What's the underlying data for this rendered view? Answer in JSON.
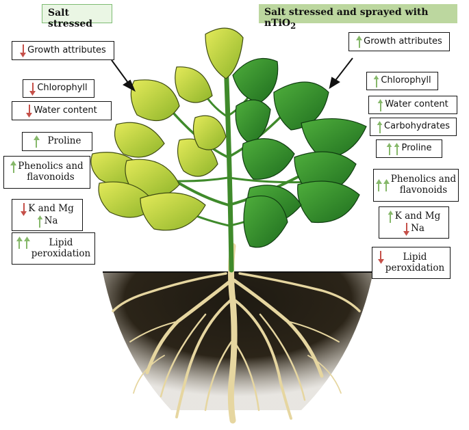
{
  "headers": {
    "left": "Salt stressed",
    "right_main": "Salt stressed and sprayed with nTiO",
    "right_sub": "2"
  },
  "left_boxes": {
    "growth": "Growth attributes",
    "chlorophyll": "Chlorophyll",
    "water": "Water content",
    "proline": "Proline",
    "phenolics_1": "Phenolics and",
    "phenolics_2": "flavonoids",
    "k_mg": "K and Mg",
    "na": "Na",
    "lipid_1": "Lipid",
    "lipid_2": "peroxidation"
  },
  "right_boxes": {
    "growth": "Growth attributes",
    "chlorophyll": "Chlorophyll",
    "water": "Water content",
    "carbohydrates": "Carbohydrates",
    "proline": "Proline",
    "phenolics_1": "Phenolics and",
    "phenolics_2": "flavonoids",
    "k_mg": "K and Mg",
    "na": "Na",
    "lipid_1": "Lipid",
    "lipid_2": "peroxidation"
  },
  "colors": {
    "increase_arrow": "#86b86a",
    "decrease_arrow": "#c55049",
    "stressed_leaf": "#c9d93a",
    "healthy_leaf": "#2f8f2b",
    "root": "#e6d6a0",
    "soil": "#2b2418"
  },
  "icons": {
    "increase": "up-arrow-icon",
    "decrease": "down-arrow-icon"
  }
}
